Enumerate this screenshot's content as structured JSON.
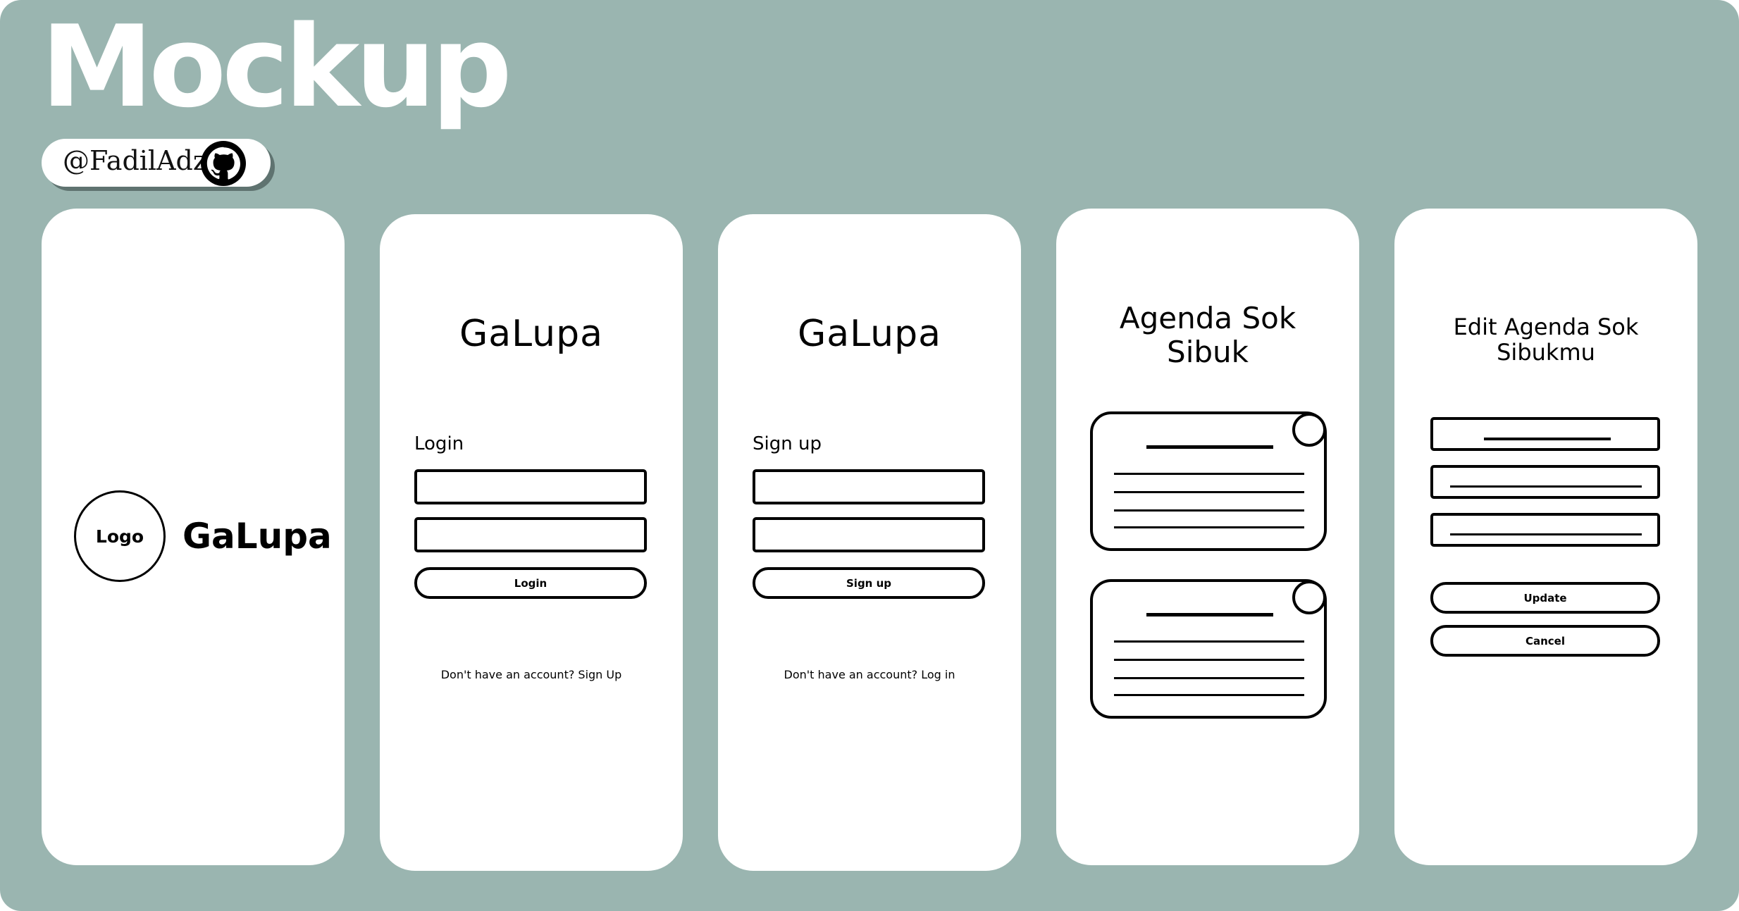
{
  "page_title": "Mockup",
  "author_handle": "@FadilAdz",
  "screens": {
    "splash": {
      "logo_label": "Logo",
      "app_name": "GaLupa"
    },
    "login": {
      "app_name": "GaLupa",
      "form_label": "Login",
      "button_label": "Login",
      "footer_text": "Don't have an account? Sign Up"
    },
    "signup": {
      "app_name": "GaLupa",
      "form_label": "Sign up",
      "button_label": "Sign up",
      "footer_text": "Don't have an account? Log in"
    },
    "agenda_list": {
      "heading_line1": "Agenda Sok",
      "heading_line2": "Sibuk"
    },
    "edit_agenda": {
      "heading_line1": "Edit Agenda Sok",
      "heading_line2": "Sibukmu",
      "update_label": "Update",
      "cancel_label": "Cancel"
    }
  },
  "icons": {
    "github": "github-icon"
  },
  "colors": {
    "background": "#9ab5b0",
    "screen": "#ffffff",
    "ink": "#000000"
  }
}
